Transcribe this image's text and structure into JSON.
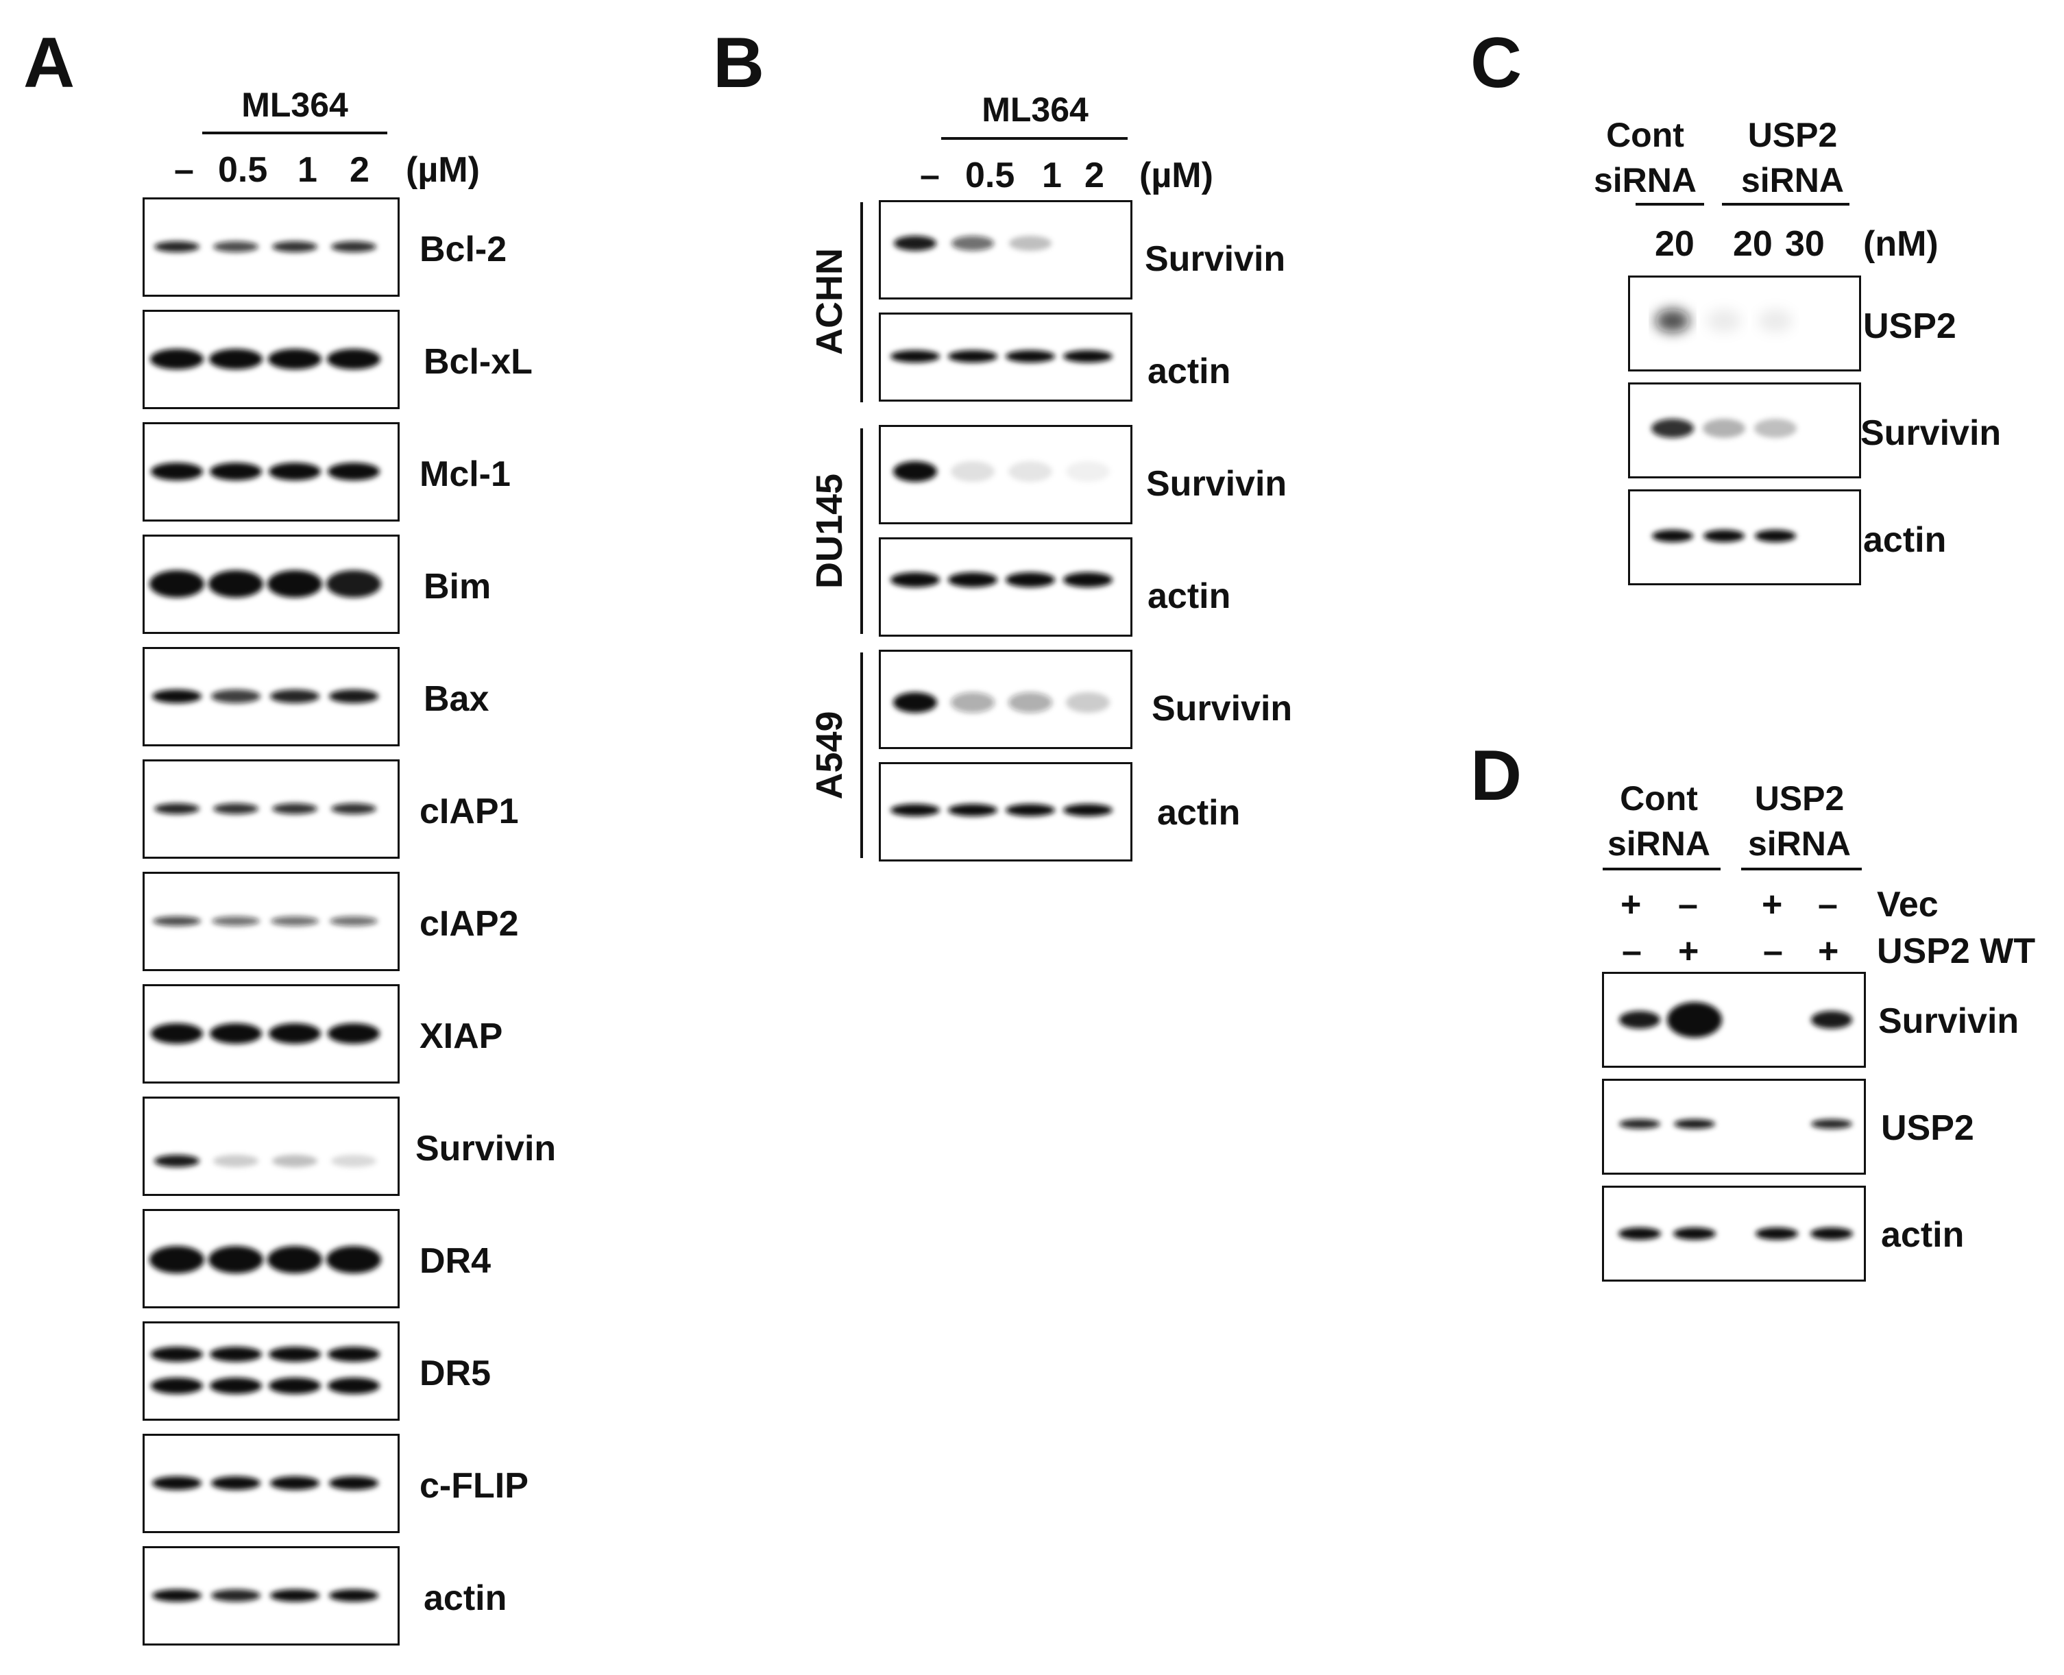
{
  "figure": {
    "panel_letters": [
      "A",
      "B",
      "C",
      "D"
    ],
    "panel_a": {
      "treatment": "ML364",
      "unit": "(µM)",
      "lanes": [
        "–",
        "0.5",
        "1",
        "2"
      ],
      "proteins": [
        "Bcl-2",
        "Bcl-xL",
        "Mcl-1",
        "Bim",
        "Bax",
        "cIAP1",
        "cIAP2",
        "XIAP",
        "Survivin",
        "DR4",
        "DR5",
        "c-FLIP",
        "actin"
      ]
    },
    "panel_b": {
      "treatment": "ML364",
      "unit": "(µM)",
      "lanes": [
        "–",
        "0.5",
        "1",
        "2"
      ],
      "cell_lines": [
        {
          "name": "ACHN",
          "proteins": [
            "Survivin",
            "actin"
          ]
        },
        {
          "name": "DU145",
          "proteins": [
            "Survivin",
            "actin"
          ]
        },
        {
          "name": "A549",
          "proteins": [
            "Survivin",
            "actin"
          ]
        }
      ]
    },
    "panel_c": {
      "group1_line1": "Cont",
      "group1_line2": "siRNA",
      "group2_line1": "USP2",
      "group2_line2": "siRNA",
      "doses": [
        "20",
        "20",
        "30"
      ],
      "unit": "(nM)",
      "proteins": [
        "USP2",
        "Survivin",
        "actin"
      ]
    },
    "panel_d": {
      "group1_line1": "Cont",
      "group1_line2": "siRNA",
      "group2_line1": "USP2",
      "group2_line2": "siRNA",
      "row1_label": "Vec",
      "row1_signs": [
        "+",
        "–",
        "+",
        "–"
      ],
      "row2_label": "USP2 WT",
      "row2_signs": [
        "–",
        "+",
        "–",
        "+"
      ],
      "proteins": [
        "Survivin",
        "USP2",
        "actin"
      ]
    }
  }
}
